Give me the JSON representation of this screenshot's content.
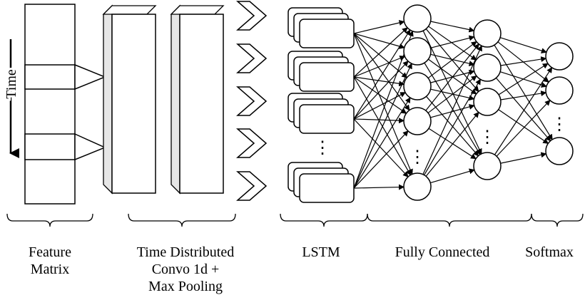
{
  "time_label": "Time",
  "dots": "⋮",
  "section_labels": {
    "feature_matrix": [
      "Feature",
      "Matrix"
    ],
    "time_distributed": [
      "Time Distributed",
      "Convo 1d +",
      "Max Pooling"
    ],
    "lstm": "LSTM",
    "fully_connected": "Fully Connected",
    "softmax": "Softmax"
  },
  "colors": {
    "stroke": "#000000",
    "box_side": "#e6e6e6",
    "fill": "#ffffff"
  }
}
